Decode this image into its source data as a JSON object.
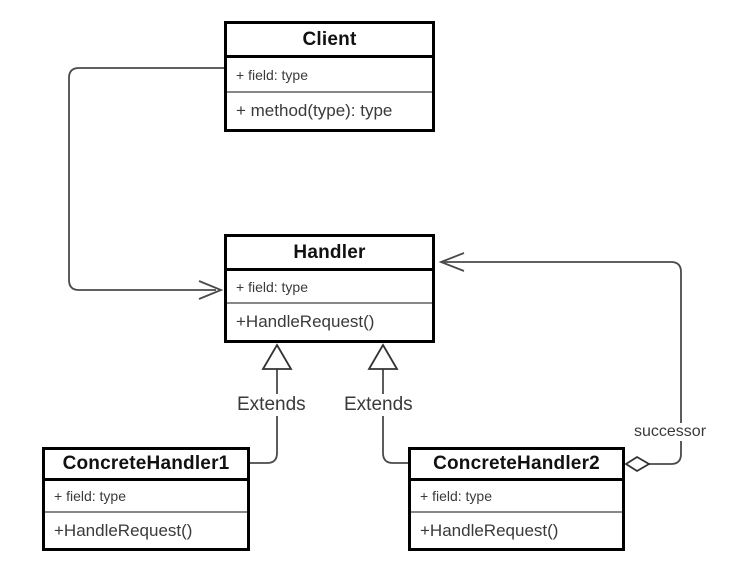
{
  "diagram": {
    "title": "Chain of Responsibility UML class diagram",
    "background_color": "#ffffff",
    "line_color": "#4a4a4a",
    "border_color": "#000000",
    "classes": [
      {
        "id": "client",
        "name": "Client",
        "field": "+ field: type",
        "method": "+ method(type): type"
      },
      {
        "id": "handler",
        "name": "Handler",
        "field": "+ field: type",
        "method": "+HandleRequest()"
      },
      {
        "id": "concrete1",
        "name": "ConcreteHandler1",
        "field": "+ field: type",
        "method": "+HandleRequest()"
      },
      {
        "id": "concrete2",
        "name": "ConcreteHandler2",
        "field": "+ field: type",
        "method": "+HandleRequest()"
      }
    ],
    "edges": [
      {
        "id": "client-handler",
        "label": "",
        "type": "association",
        "from": "client",
        "to": "handler",
        "arrow": "open-arrow"
      },
      {
        "id": "extends-1",
        "label": "Extends",
        "type": "generalization",
        "from": "concrete1",
        "to": "handler",
        "arrow": "hollow-triangle"
      },
      {
        "id": "extends-2",
        "label": "Extends",
        "type": "generalization",
        "from": "concrete2",
        "to": "handler",
        "arrow": "hollow-triangle"
      },
      {
        "id": "successor",
        "label": "successor",
        "type": "aggregation",
        "from": "concrete2",
        "to": "handler",
        "arrow": "open-arrow",
        "source_decoration": "hollow-diamond"
      }
    ]
  }
}
